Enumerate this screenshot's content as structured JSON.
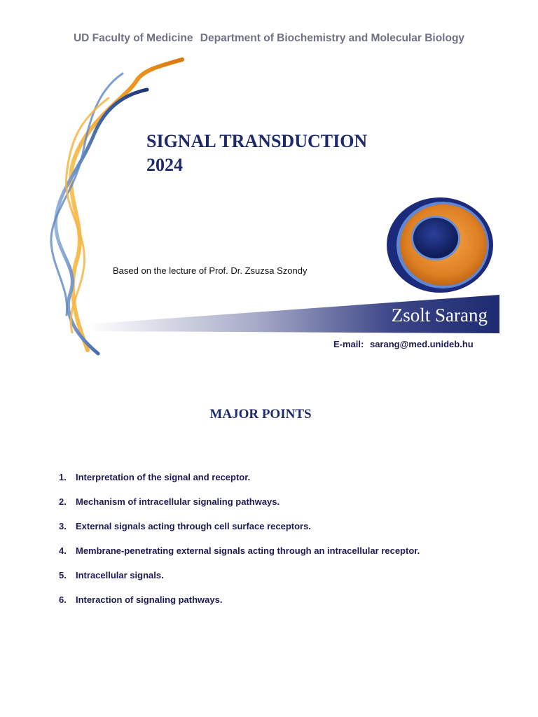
{
  "header": {
    "faculty": "UD Faculty of Medicine",
    "department": "Department of Biochemistry and Molecular Biology"
  },
  "title": {
    "line1": "SIGNAL TRANSDUCTION",
    "line2": "2024"
  },
  "lecture_credit": "Based on the lecture of Prof. Dr. Zsuzsa Szondy",
  "author": "Zsolt Sarang",
  "contact": {
    "label": "E-mail:",
    "address": "sarang@med.unideb.hu"
  },
  "major_points": {
    "heading": "MAJOR POINTS",
    "items": [
      {
        "num": "1.",
        "text": "Interpretation of the signal and receptor."
      },
      {
        "num": "2.",
        "text": "Mechanism  of intracellular signaling pathways."
      },
      {
        "num": "3.",
        "text": "External signals acting through cell surface receptors."
      },
      {
        "num": "4.",
        "text": "Membrane-penetrating external signals acting through an intracellular receptor."
      },
      {
        "num": "5.",
        "text": "Intracellular signals."
      },
      {
        "num": "6.",
        "text": "Interaction of signaling pathways."
      }
    ]
  },
  "colors": {
    "navy": "#1f2a6a",
    "orange": "#f0a12a",
    "helix_blue": "#3a5fa0",
    "banner_blue": "#1e2b70"
  },
  "icons": [
    "dna-helix-illustration",
    "cell-illustration"
  ]
}
